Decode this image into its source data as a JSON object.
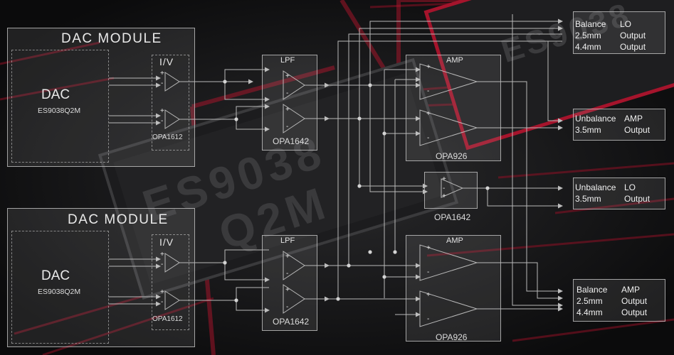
{
  "dac_modules": [
    {
      "title": "DAC  MODULE",
      "dac_label": "DAC",
      "chip": "ES9038Q2M",
      "iv_label": "I/V",
      "iv_opamp": "OPA1612"
    },
    {
      "title": "DAC  MODULE",
      "dac_label": "DAC",
      "chip": "ES9038Q2M",
      "iv_label": "I/V",
      "iv_opamp": "OPA1612"
    }
  ],
  "lpf_blocks": [
    {
      "title": "LPF",
      "opamp": "OPA1642"
    },
    {
      "title": "LPF",
      "opamp": "OPA1642"
    }
  ],
  "amp_blocks": [
    {
      "title": "AMP",
      "opamp": "OPA926"
    },
    {
      "title": "AMP",
      "opamp": "OPA926"
    }
  ],
  "buffer_block": {
    "opamp": "OPA1642"
  },
  "outputs": [
    {
      "left": "Balance\n2.5mm\n4.4mm",
      "right": "LO\nOutput\nOutput"
    },
    {
      "left": "Unbalance\n3.5mm",
      "right": "AMP\nOutput"
    },
    {
      "left": "Unbalance\n3.5mm",
      "right": "LO\nOutput"
    },
    {
      "left": "Balance\n2.5mm\n4.4mm",
      "right": "AMP\nOutput\nOutput"
    }
  ],
  "background_chip_markings": [
    "ES9038",
    "Q2M"
  ],
  "colors": {
    "accent_red": "#b0122a",
    "line": "#bdbdbd",
    "box_border": "#cfcfcf",
    "background": "#0d0d0e"
  }
}
